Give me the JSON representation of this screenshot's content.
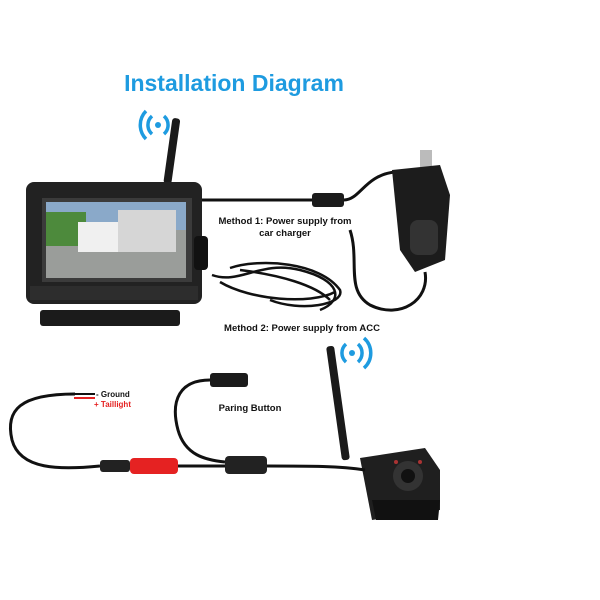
{
  "title": "Installation Diagram",
  "labels": {
    "method1_line1": "Method 1: Power supply from",
    "method1_line2": "car charger",
    "method2": "Method 2: Power supply from ACC",
    "pairing": "Paring Button",
    "ground": "Ground",
    "ground_sign": "-",
    "taillight": "Taillight",
    "taillight_sign": "+"
  },
  "colors": {
    "title": "#1e9be0",
    "wifi": "#1e9be0",
    "taillight": "#e52222"
  }
}
